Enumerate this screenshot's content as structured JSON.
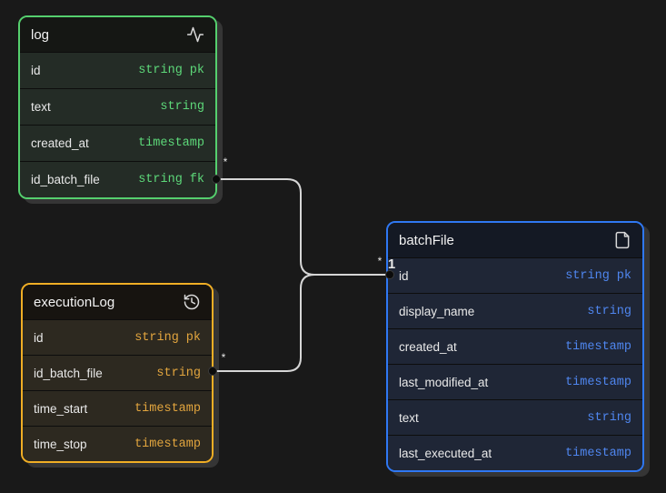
{
  "diagram": {
    "background_color": "#191919",
    "wire_color": "#d6d6d6"
  },
  "tables": [
    {
      "name": "log",
      "icon": "activity-icon",
      "accent_color": "#55cf6e",
      "fields": [
        {
          "name": "id",
          "type": "string",
          "key": "pk"
        },
        {
          "name": "text",
          "type": "string",
          "key": ""
        },
        {
          "name": "created_at",
          "type": "timestamp",
          "key": ""
        },
        {
          "name": "id_batch_file",
          "type": "string",
          "key": "fk"
        }
      ]
    },
    {
      "name": "executionLog",
      "icon": "history-icon",
      "accent_color": "#f0ae25",
      "fields": [
        {
          "name": "id",
          "type": "string",
          "key": "pk"
        },
        {
          "name": "id_batch_file",
          "type": "string",
          "key": ""
        },
        {
          "name": "time_start",
          "type": "timestamp",
          "key": ""
        },
        {
          "name": "time_stop",
          "type": "timestamp",
          "key": ""
        }
      ]
    },
    {
      "name": "batchFile",
      "icon": "file-icon",
      "accent_color": "#2f78f3",
      "fields": [
        {
          "name": "id",
          "type": "string",
          "key": "pk"
        },
        {
          "name": "display_name",
          "type": "string",
          "key": ""
        },
        {
          "name": "created_at",
          "type": "timestamp",
          "key": ""
        },
        {
          "name": "last_modified_at",
          "type": "timestamp",
          "key": ""
        },
        {
          "name": "text",
          "type": "string",
          "key": ""
        },
        {
          "name": "last_executed_at",
          "type": "timestamp",
          "key": ""
        }
      ]
    }
  ],
  "relationships": [
    {
      "from": "log.id_batch_file",
      "to": "batchFile.id",
      "from_label": "*",
      "to_label": "*"
    },
    {
      "from": "executionLog.id_batch_file",
      "to": "batchFile.id",
      "from_label": "*",
      "to_label": "1"
    }
  ]
}
